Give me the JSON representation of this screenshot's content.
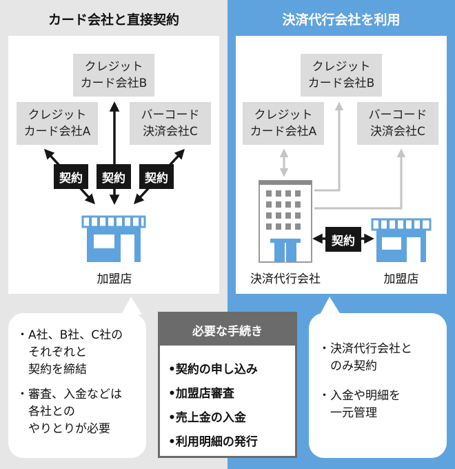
{
  "left": {
    "title": "カード会社と直接契約",
    "card_b": [
      "クレジット",
      "カード会社B"
    ],
    "card_a": [
      "クレジット",
      "カード会社A"
    ],
    "barcode_c": [
      "バーコード",
      "決済会社C"
    ],
    "contract": "契約",
    "merchant": "加盟店",
    "notes": [
      [
        "・A社、B社、C社の",
        "　それぞれと",
        "　契約を締結"
      ],
      [
        "・審査、入金などは",
        "　各社との",
        "　やりとりが必要"
      ]
    ]
  },
  "right": {
    "title": "決済代行会社を利用",
    "card_b": [
      "クレジット",
      "カード会社B"
    ],
    "card_a": [
      "クレジット",
      "カード会社A"
    ],
    "barcode_c": [
      "バーコード",
      "決済会社C"
    ],
    "contract": "契約",
    "agent": "決済代行会社",
    "merchant": "加盟店",
    "notes": [
      [
        "・決済代行会社と",
        "　のみ契約"
      ],
      [
        "・入金や明細を",
        "　一元管理"
      ]
    ]
  },
  "procedures": {
    "title": "必要な手続き",
    "items": [
      "•契約の申し込み",
      "•加盟店審査",
      "•売上金の入金",
      "•利用明細の発行"
    ]
  },
  "colors": {
    "left_bg": "#e6e6e6",
    "right_bg": "#5fa3de",
    "box_gray": "#dcdcdc",
    "badge_black": "#161616",
    "store_blue": "#5fa3de",
    "arrow_gray": "#c4c4c4"
  }
}
